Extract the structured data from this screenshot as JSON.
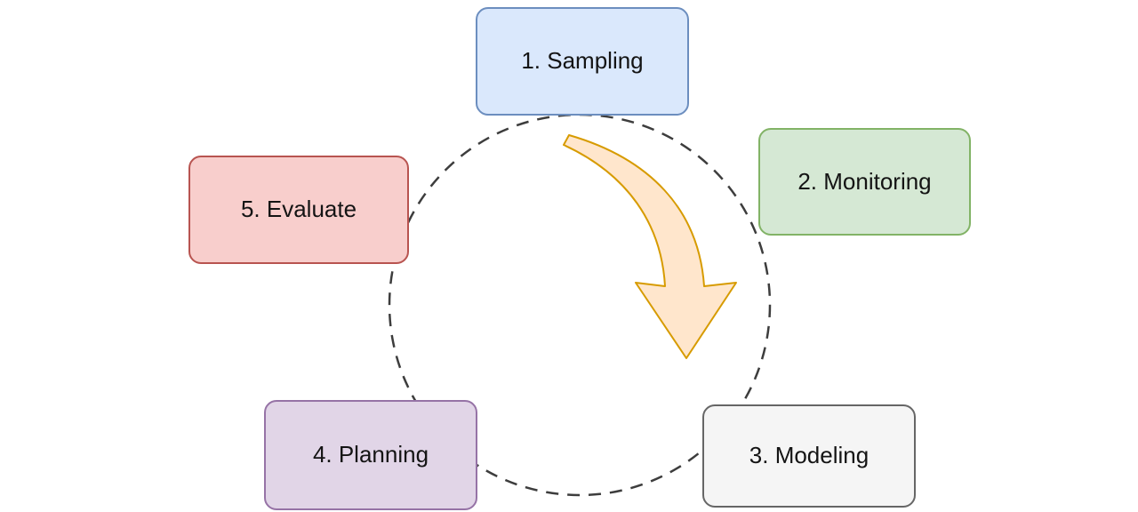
{
  "diagram": {
    "type": "cycle",
    "nodes": [
      {
        "id": "sampling",
        "label": "1. Sampling",
        "fill": "#dae8fc",
        "stroke": "#6c8ebf"
      },
      {
        "id": "monitoring",
        "label": "2. Monitoring",
        "fill": "#d5e8d4",
        "stroke": "#82b366"
      },
      {
        "id": "modeling",
        "label": "3. Modeling",
        "fill": "#f5f5f5",
        "stroke": "#666666"
      },
      {
        "id": "planning",
        "label": "4. Planning",
        "fill": "#e1d5e7",
        "stroke": "#9673a6"
      },
      {
        "id": "evaluate",
        "label": "5. Evaluate",
        "fill": "#f8cecc",
        "stroke": "#b85450"
      }
    ],
    "connector": {
      "shape": "dashed-circle",
      "color": "#3d3d3d"
    },
    "arrow": {
      "direction": "clockwise",
      "fill": "#ffe6cc",
      "stroke": "#d79b00"
    }
  }
}
